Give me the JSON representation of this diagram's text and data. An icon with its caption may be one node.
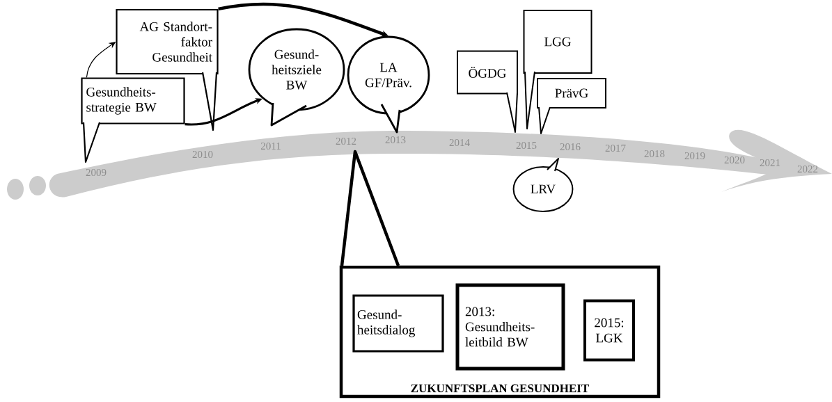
{
  "diagram": {
    "nodes": [
      {
        "text": [
          "Gesundheits- strategie BW"
        ]
      },
      {
        "text": [
          "AG Standort- faktor Gesundheit"
        ]
      },
      {
        "text": [
          "Gesund- heitsziele BW"
        ]
      },
      {
        "text": [
          "LA GF/Präv."
        ]
      },
      {
        "text": [
          "ÖGDG"
        ]
      },
      {
        "text": [
          "LGG"
        ]
      },
      {
        "text": [
          "PrävG"
        ]
      },
      {
        "text": [
          "LRV"
        ]
      },
      {
        "text": [
          "ZUKUNFTSPLAN GESUNDHEIT"
        ]
      },
      {
        "text": [
          "Gesund- heitsdialog"
        ],
        "in": 8
      },
      {
        "text": [
          "2013: Gesundheits- leitbild BW"
        ],
        "in": 8
      },
      {
        "text": [
          "2015: LGK"
        ],
        "in": 8
      }
    ],
    "edges": [
      {
        "from": 0,
        "to": 1,
        "arrow": "to"
      },
      {
        "from": 0,
        "to": 2,
        "arrow": "to"
      },
      {
        "from": 1,
        "to": 3,
        "arrow": "to"
      }
    ],
    "labels": [
      "2009",
      "2010",
      "2011",
      "2012",
      "2013",
      "2014",
      "2015",
      "2016",
      "2017",
      "2018",
      "2019",
      "2020",
      "2021",
      "2022"
    ]
  }
}
